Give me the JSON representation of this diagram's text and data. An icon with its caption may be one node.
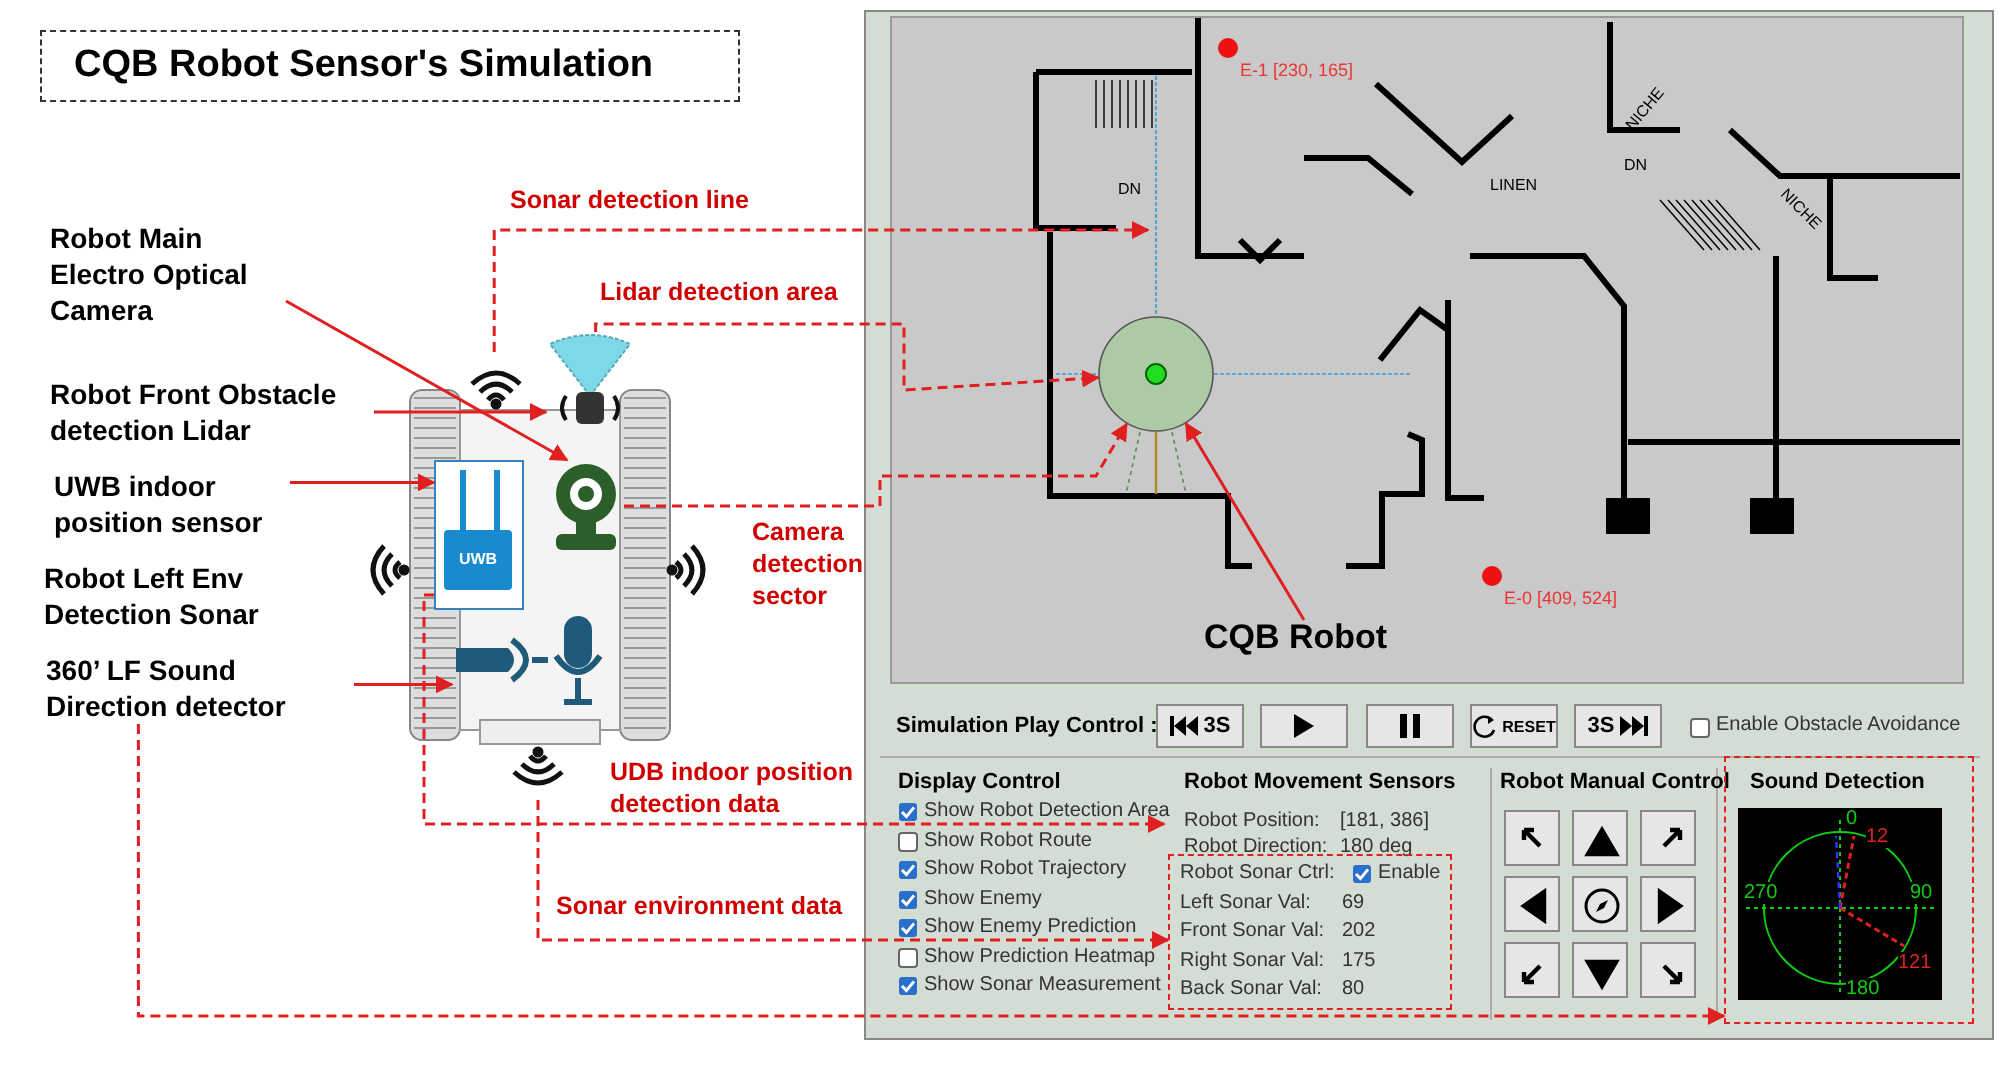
{
  "diagram": {
    "title": "CQB Robot Sensor's Simulation",
    "nodes": [
      {
        "text": [
          "Robot Main Electro Optical Camera"
        ]
      },
      {
        "text": [
          "Robot Front Obstacle detection Lidar"
        ]
      },
      {
        "text": [
          "UWB indoor position sensor"
        ]
      },
      {
        "text": [
          "360’ LF Sound Direction detector"
        ]
      },
      {
        "text": [],
        "shape": "picture"
      },
      {
        "text": [],
        "shape": "picture"
      },
      {
        "text": [
          "UWB"
        ]
      },
      {
        "text": [],
        "shape": "picture"
      },
      {
        "text": [],
        "shape": "picture"
      },
      {
        "text": [],
        "shape": "picture"
      },
      {
        "text": [],
        "shape": "circle"
      },
      {
        "text": [
          "CQB Robot"
        ]
      },
      {
        "text": [
          "Robot Movement Sensors",
          "Robot Position:",
          "[181, 386]",
          "Robot Direction:",
          "180 deg"
        ]
      },
      {
        "text": [
          "Robot Sonar Ctrl:",
          "Enable",
          "Left Sonar Val:",
          "69",
          "Front Sonar Val:",
          "202",
          "Right Sonar Val:",
          "175",
          "Back Sonar Val:",
          "80"
        ],
        "in": 12
      },
      {
        "text": [
          "Sound Detection",
          "0",
          "90",
          "180",
          "270",
          "12",
          "121"
        ]
      }
    ],
    "edges": [
      {
        "from": 0,
        "to": 4,
        "arrow": "to"
      },
      {
        "from": 1,
        "to": 5,
        "arrow": "to"
      },
      {
        "from": 2,
        "to": 6,
        "arrow": "to"
      },
      {
        "from": 3,
        "to": 7,
        "arrow": "to"
      },
      {
        "from": 8,
        "to": null,
        "arrow": "to",
        "label": "Sonar detection line",
        "style": "dashed"
      },
      {
        "from": 5,
        "to": 10,
        "arrow": "to",
        "label": "Lidar detection area",
        "style": "dashed"
      },
      {
        "from": 4,
        "to": 10,
        "arrow": "to",
        "label": "Camera detection sector",
        "style": "dashed"
      },
      {
        "from": 6,
        "to": 12,
        "arrow": "to",
        "label": "UDB indoor position detection data",
        "style": "dashed"
      },
      {
        "from": 9,
        "to": 13,
        "arrow": "to",
        "label": "Sonar environment data",
        "style": "dashed"
      },
      {
        "from": 3,
        "to": 14,
        "arrow": "to",
        "style": "dashed"
      },
      {
        "from": 11,
        "to": 10,
        "arrow": "to"
      }
    ],
    "labels": [
      "Robot Left Env Detection Sonar",
      "E-1 [230, 165]",
      "DN",
      "LINEN",
      "NICHE",
      "DN",
      "NICHE",
      "E-0 [409, 524]",
      "Simulation Play Control :",
      "3S",
      "RESET",
      "3S",
      "Enable Obstacle Avoidance",
      "Display Control",
      "Show Robot Detection Area",
      "Show Robot Route",
      "Show Robot Trajectory",
      "Show Enemy",
      "Show Enemy Prediction",
      "Show Prediction Heatmap",
      "Show Sonar Measurement",
      "Robot Manual Control"
    ]
  }
}
